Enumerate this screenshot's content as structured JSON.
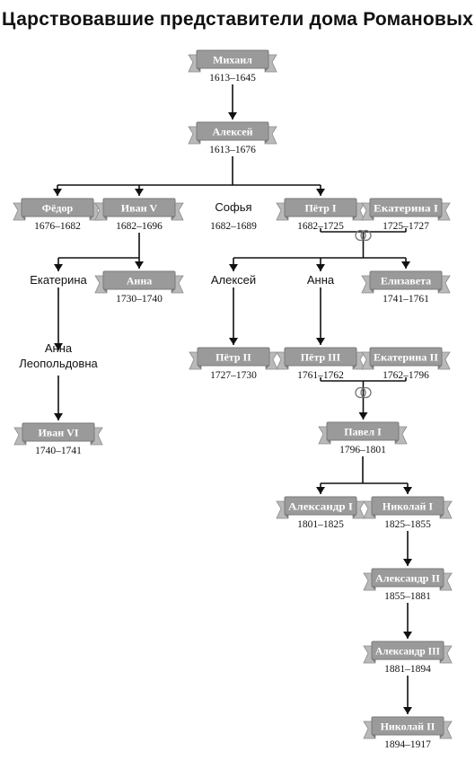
{
  "title": "Царствовавшие представители дома Романовых",
  "nodes": [
    {
      "id": "mikhail",
      "name": "Михаил",
      "years": "1613–1645",
      "banner": true
    },
    {
      "id": "aleksey1",
      "name": "Алексей",
      "years": "1613–1676",
      "banner": true
    },
    {
      "id": "fedor",
      "name": "Фёдор",
      "years": "1676–1682",
      "banner": true
    },
    {
      "id": "ivan5",
      "name": "Иван V",
      "years": "1682–1696",
      "banner": true
    },
    {
      "id": "sofya",
      "name": "Софья",
      "years": "1682–1689",
      "banner": false
    },
    {
      "id": "petr1",
      "name": "Пётр I",
      "years": "1682–1725",
      "banner": true
    },
    {
      "id": "ekaterina1",
      "name": "Екатерина I",
      "years": "1725–1727",
      "banner": true
    },
    {
      "id": "ekaterina",
      "name": "Екатерина",
      "years": "",
      "banner": false
    },
    {
      "id": "anna_ioann",
      "name": "Анна",
      "years": "1730–1740",
      "banner": true
    },
    {
      "id": "aleksey2",
      "name": "Алексей",
      "years": "",
      "banner": false
    },
    {
      "id": "anna_petr",
      "name": "Анна",
      "years": "",
      "banner": false
    },
    {
      "id": "elizaveta",
      "name": "Елизавета",
      "years": "1741–1761",
      "banner": true
    },
    {
      "id": "anna_leopold",
      "name": "Анна Леопольдовна",
      "years": "",
      "banner": false
    },
    {
      "id": "petr2",
      "name": "Пётр II",
      "years": "1727–1730",
      "banner": true
    },
    {
      "id": "petr3",
      "name": "Пётр III",
      "years": "1761–1762",
      "banner": true
    },
    {
      "id": "ekaterina2",
      "name": "Екатерина II",
      "years": "1762–1796",
      "banner": true
    },
    {
      "id": "ivan6",
      "name": "Иван VI",
      "years": "1740–1741",
      "banner": true
    },
    {
      "id": "pavel1",
      "name": "Павел I",
      "years": "1796–1801",
      "banner": true
    },
    {
      "id": "aleksandr1",
      "name": "Александр I",
      "years": "1801–1825",
      "banner": true
    },
    {
      "id": "nikolay1",
      "name": "Николай I",
      "years": "1825–1855",
      "banner": true
    },
    {
      "id": "aleksandr2",
      "name": "Александр II",
      "years": "1855–1881",
      "banner": true
    },
    {
      "id": "aleksandr3",
      "name": "Александр III",
      "years": "1881–1894",
      "banner": true
    },
    {
      "id": "nikolay2",
      "name": "Николай II",
      "years": "1894–1917",
      "banner": true
    }
  ],
  "edges": [
    {
      "from": "mikhail",
      "to": "aleksey1"
    },
    {
      "from": "aleksey1",
      "to": [
        "fedor",
        "ivan5",
        "sofya",
        "petr1"
      ]
    },
    {
      "from": "ivan5",
      "to": [
        "ekaterina",
        "anna_ioann"
      ]
    },
    {
      "from": [
        "petr1",
        "ekaterina1"
      ],
      "to": [
        "aleksey2",
        "anna_petr",
        "elizaveta"
      ]
    },
    {
      "from": "ekaterina",
      "to": "anna_leopold"
    },
    {
      "from": "anna_leopold",
      "to": "ivan6"
    },
    {
      "from": "aleksey2",
      "to": "petr2"
    },
    {
      "from": "anna_petr",
      "to": "petr3"
    },
    {
      "from": [
        "petr3",
        "ekaterina2"
      ],
      "to": "pavel1"
    },
    {
      "from": "pavel1",
      "to": [
        "aleksandr1",
        "nikolay1"
      ]
    },
    {
      "from": "nikolay1",
      "to": "aleksandr2"
    },
    {
      "from": "aleksandr2",
      "to": "aleksandr3"
    },
    {
      "from": "aleksandr3",
      "to": "nikolay2"
    }
  ],
  "marriages": [
    {
      "between": [
        "petr1",
        "ekaterina1"
      ],
      "icon": "wedding-rings-icon"
    },
    {
      "between": [
        "petr3",
        "ekaterina2"
      ],
      "icon": "wedding-rings-icon"
    }
  ]
}
